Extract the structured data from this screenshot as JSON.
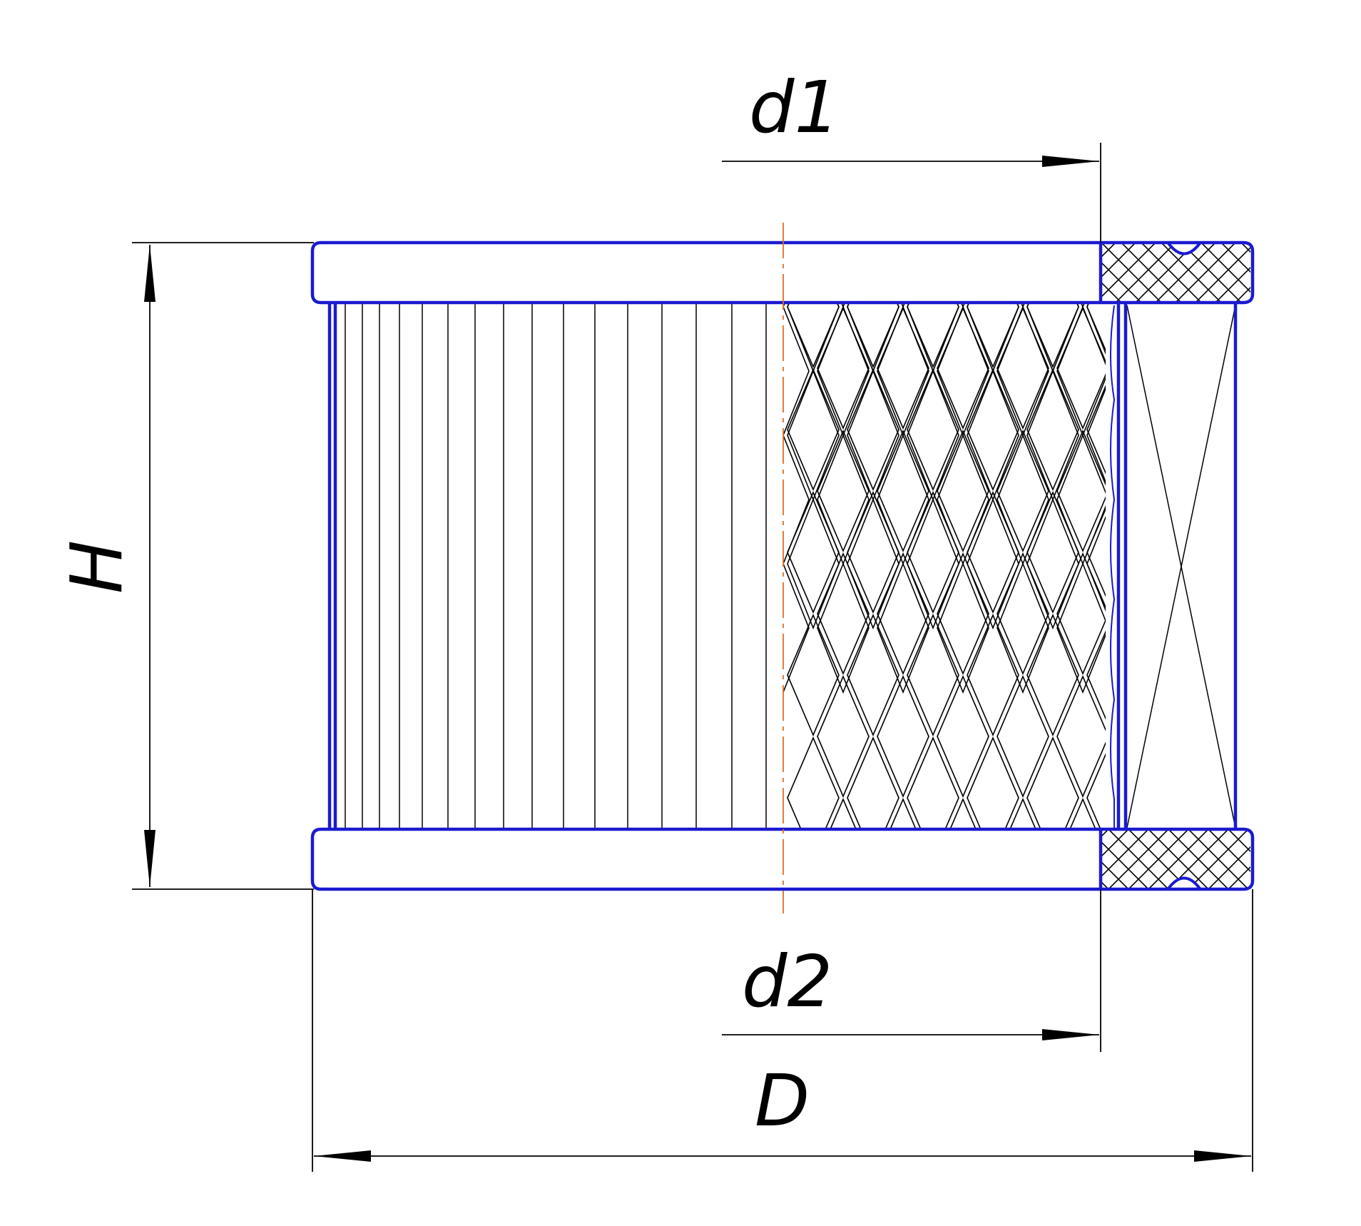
{
  "labels": {
    "d1": "d1",
    "d2": "d2",
    "D": "D",
    "H": "H"
  },
  "colors": {
    "outline": "#1a1ad0",
    "hatch": "#000000",
    "centerline": "#e07020",
    "dimension": "#000000"
  }
}
